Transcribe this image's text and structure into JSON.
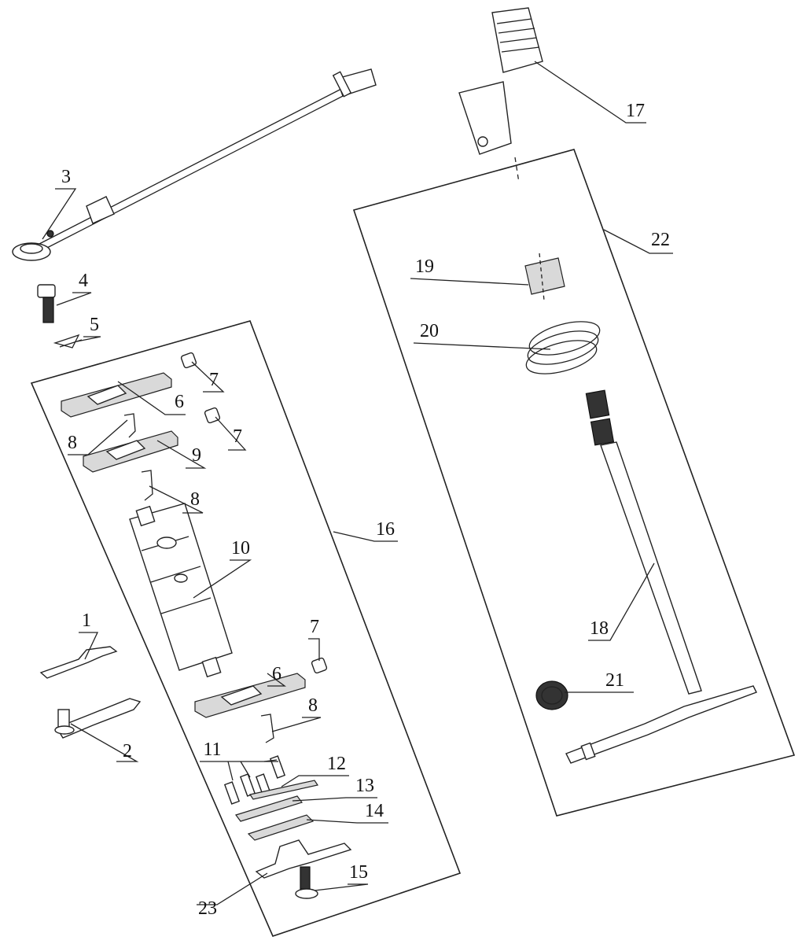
{
  "callouts": [
    {
      "id": "1",
      "text": "1"
    },
    {
      "id": "2",
      "text": "2"
    },
    {
      "id": "3",
      "text": "3"
    },
    {
      "id": "4",
      "text": "4"
    },
    {
      "id": "5",
      "text": "5"
    },
    {
      "id": "6a",
      "text": "6"
    },
    {
      "id": "6b",
      "text": "6"
    },
    {
      "id": "7a",
      "text": "7"
    },
    {
      "id": "7b",
      "text": "7"
    },
    {
      "id": "7c",
      "text": "7"
    },
    {
      "id": "8a",
      "text": "8"
    },
    {
      "id": "8b",
      "text": "8"
    },
    {
      "id": "8c",
      "text": "8"
    },
    {
      "id": "9",
      "text": "9"
    },
    {
      "id": "10",
      "text": "10"
    },
    {
      "id": "11",
      "text": "11"
    },
    {
      "id": "12",
      "text": "12"
    },
    {
      "id": "13",
      "text": "13"
    },
    {
      "id": "14",
      "text": "14"
    },
    {
      "id": "15",
      "text": "15"
    },
    {
      "id": "16",
      "text": "16"
    },
    {
      "id": "17",
      "text": "17"
    },
    {
      "id": "18",
      "text": "18"
    },
    {
      "id": "19",
      "text": "19"
    },
    {
      "id": "20",
      "text": "20"
    },
    {
      "id": "21",
      "text": "21"
    },
    {
      "id": "22",
      "text": "22"
    },
    {
      "id": "23",
      "text": "23"
    }
  ]
}
